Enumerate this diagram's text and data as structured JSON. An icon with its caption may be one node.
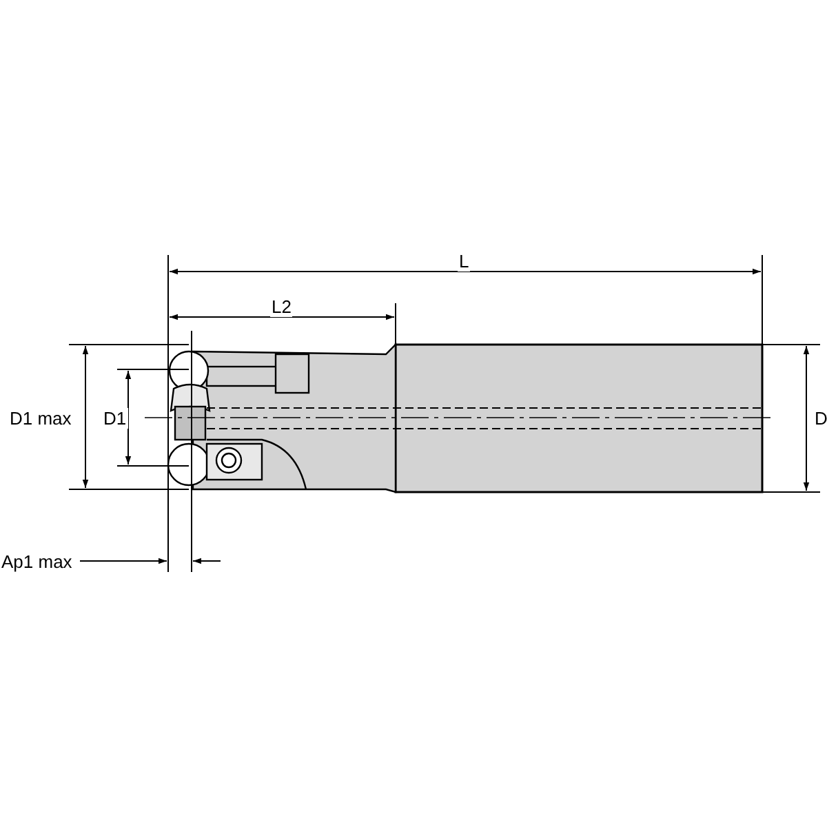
{
  "diagram": {
    "labels": [
      "L",
      "L2",
      "D1 max",
      "D1",
      "D",
      "Ap1 max"
    ]
  }
}
